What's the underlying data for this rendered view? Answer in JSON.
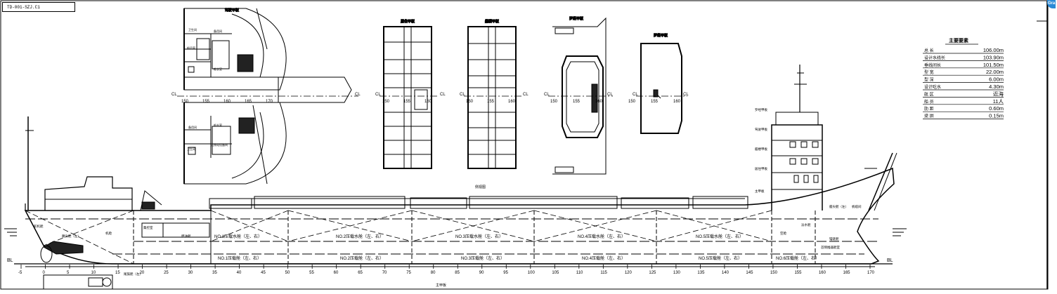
{
  "drawing_number": "TD-001-SZJ.C1",
  "corner_badge": "Gra",
  "cl_label": "CL",
  "bl_label": "BL",
  "plan_views": [
    {
      "title": "驾驶甲板",
      "ticks": [
        "150",
        "155",
        "160",
        "165",
        "170"
      ]
    },
    {
      "title": "居住甲板",
      "ticks": [
        "150",
        "155",
        "160"
      ]
    },
    {
      "title": "艏楼甲板",
      "ticks": [
        "150",
        "155",
        "160"
      ]
    },
    {
      "title": "罗经甲板",
      "ticks": [
        "150",
        "155",
        "160"
      ]
    },
    {
      "title": "罗经甲板",
      "ticks": [
        "150",
        "155",
        "160"
      ]
    }
  ],
  "main_particulars": {
    "title": "主要要素",
    "rows": [
      {
        "label": "总 长",
        "value": "106.00m"
      },
      {
        "label": "设计水线长",
        "value": "103.90m"
      },
      {
        "label": "垂线间长",
        "value": "101.50m"
      },
      {
        "label": "型 宽",
        "value": "22.00m"
      },
      {
        "label": "型 深",
        "value": "6.00m"
      },
      {
        "label": "设计吃水",
        "value": "4.30m"
      },
      {
        "label": "航 区",
        "value": "近海"
      },
      {
        "label": "船 员",
        "value": "11人"
      },
      {
        "label": "肋 距",
        "value": "0.60m"
      },
      {
        "label": "梁 拱",
        "value": "0.15m"
      }
    ]
  },
  "profile": {
    "hatch_title": "侧视图",
    "main_deck_title": "主甲板",
    "frame_numbers": [
      "-5",
      "0",
      "5",
      "10",
      "15",
      "20",
      "25",
      "30",
      "35",
      "40",
      "45",
      "50",
      "55",
      "60",
      "65",
      "70",
      "75",
      "80",
      "85",
      "90",
      "95",
      "100",
      "105",
      "110",
      "115",
      "120",
      "125",
      "130",
      "135",
      "140",
      "145",
      "150",
      "155",
      "160",
      "165",
      "170"
    ],
    "cargo_holds": [
      {
        "upper": "NO.1压载水舱（左、右）",
        "lower": "NO.1压载舱（左、右）"
      },
      {
        "upper": "NO.2压载水舱（左、右）",
        "lower": "NO.2压载舱（左、右）"
      },
      {
        "upper": "NO.3压载水舱（左、右）",
        "lower": "NO.3压载舱（左、右）"
      },
      {
        "upper": "NO.4压载水舱（左、右）",
        "lower": "NO.4压载舱（左、右）"
      },
      {
        "upper": "NO.5压载水舱（左、右）",
        "lower": "NO.5压载舱（左、右）"
      }
    ],
    "fore_hold_lower": "NO.6压载舱（左、右）",
    "room_labels": {
      "steering_gear": "舵机舱",
      "engine_room": "机舱",
      "engine_control": "集控室",
      "fuel_tank": "燃油舱",
      "aft_peak": "艉尖舱（左）",
      "void": "空舱",
      "fresh_water": "淡水舱",
      "chain_locker": "锚链舱",
      "fore_peak": "艏尖舱（左）",
      "bosun_store": "帆缆间",
      "ballast_pump": "首侧推器舱室"
    },
    "deck_labels": [
      "罗经甲板",
      "驾驶甲板",
      "艏楼甲板",
      "居住甲板",
      "主甲板"
    ],
    "detail_label": "尾鼓舱（左）"
  }
}
